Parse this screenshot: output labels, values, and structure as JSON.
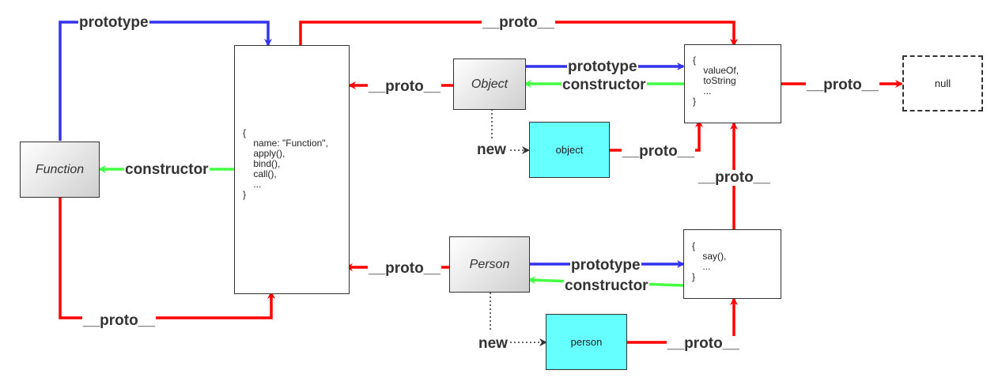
{
  "colors": {
    "prototype_edge": "#3333ee",
    "constructor_edge": "#44ff44",
    "proto_edge": "#ff0000",
    "new_edge": "#333333",
    "constructor_box_fill": "#d0d0d0",
    "instance_box_fill": "#66ffff"
  },
  "nodes": {
    "function_ctor": {
      "label": "Function"
    },
    "object_ctor": {
      "label": "Object"
    },
    "person_ctor": {
      "label": "Person"
    },
    "function_prototype": {
      "lines": [
        "{",
        "    name: \"Function\",",
        "    apply(),",
        "    bind(),",
        "    call(),",
        "    ...",
        "}"
      ]
    },
    "object_prototype": {
      "lines": [
        "{",
        "    valueOf,",
        "    toString",
        "    ...",
        "}"
      ]
    },
    "person_prototype": {
      "lines": [
        "{",
        "    say(),",
        "    ...",
        "}"
      ]
    },
    "object_instance": {
      "label": "object"
    },
    "person_instance": {
      "label": "person"
    },
    "null_node": {
      "label": "null"
    }
  },
  "edge_labels": {
    "function_prototype_label": "prototype",
    "function_constructor_label": "constructor",
    "function_proto_label": "__proto__",
    "top_proto_label": "__proto__",
    "object_proto_label": "__proto__",
    "person_proto_label": "__proto__",
    "object_prototype_label": "prototype",
    "object_constructor_label": "constructor",
    "objproto_null_label": "__proto__",
    "object_new_label": "new",
    "object_instance_proto_label": "__proto__",
    "personproto_objproto_label": "__proto__",
    "person_prototype_label": "prototype",
    "person_constructor_label": "constructor",
    "person_new_label": "new",
    "person_instance_proto_label": "__proto__"
  }
}
